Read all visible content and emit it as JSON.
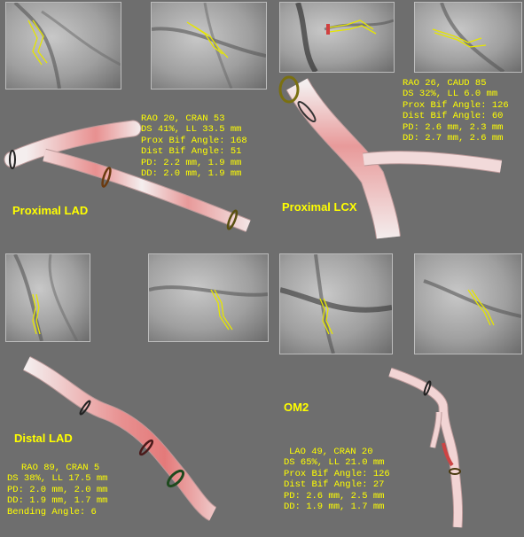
{
  "panels": [
    {
      "name": "Proximal LAD",
      "stats": [
        "RAO 20, CRAN 53",
        "DS 41%, LL 33.5 mm",
        "Prox Bif Angle: 168",
        "Dist Bif Angle: 51",
        "PD: 2.2 mm, 1.9 mm",
        "DD: 2.0 mm, 1.9 mm"
      ]
    },
    {
      "name": "Proximal LCX",
      "stats": [
        "RAO 26, CAUD 85",
        "DS 32%, LL 6.0 mm",
        "Prox Bif Angle: 126",
        "Dist Bif Angle: 60",
        "PD: 2.6 mm, 2.3 mm",
        "DD: 2.7 mm, 2.6 mm"
      ]
    },
    {
      "name": "Distal LAD",
      "stats": [
        "RAO 89, CRAN 5",
        "DS 38%, LL 17.5 mm",
        "PD: 2.0 mm, 2.0 mm",
        "DD: 1.9 mm, 1.7 mm",
        "Bending Angle: 6"
      ]
    },
    {
      "name": "OM2",
      "stats": [
        "LAO 49, CRAN 20",
        "DS 65%, LL 21.0 mm",
        "Prox Bif Angle: 126",
        "Dist Bif Angle: 27",
        "PD: 2.6 mm, 2.5 mm",
        "DD: 1.9 mm, 1.7 mm"
      ]
    }
  ],
  "colors": {
    "background": "#6e6e6e",
    "annotation_text": "#ffff00",
    "vessel_body": "#f4eeee",
    "stenosis_tint": "#e88a8a",
    "centerline": "#e6e600"
  }
}
